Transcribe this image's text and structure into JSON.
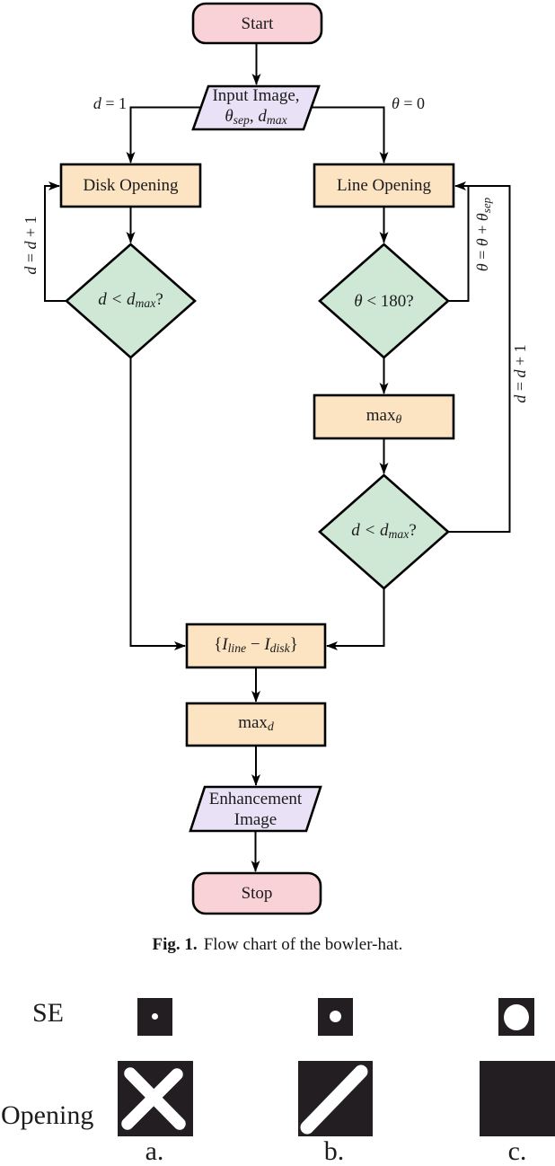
{
  "colors": {
    "terminal_fill": "#f8d2d7",
    "io_fill": "#e9e2f6",
    "process_fill": "#fce3c2",
    "decision_fill": "#cfe8d6",
    "outline": "#000000",
    "block_fill": "#221e21"
  },
  "flowchart": {
    "start": "Start",
    "input": {
      "line1": "Input Image,",
      "theta": "θ",
      "theta_sub": "sep",
      "comma": ", ",
      "d": "d",
      "d_sub": "max"
    },
    "edge_d1": {
      "var": "d",
      "rest": " = 1"
    },
    "edge_theta0": {
      "var": "θ",
      "rest": " = 0"
    },
    "disk_opening": "Disk Opening",
    "line_opening": "Line Opening",
    "decision_d": {
      "expr": "d < d",
      "sub": "max",
      "q": "?"
    },
    "decision_theta": {
      "var": "θ",
      "rest": " < 180?"
    },
    "loop_d": {
      "a": "d",
      "eq": " = ",
      "b": "d",
      "c": " + 1"
    },
    "loop_theta": {
      "a": "θ",
      "eq": " = ",
      "b": "θ",
      "c": " + ",
      "d": "θ",
      "sub": "sep"
    },
    "max_theta": {
      "fn": "max",
      "sub": "θ"
    },
    "subtract": {
      "open": "{",
      "i1": "I",
      "s1": "line",
      "minus": " − ",
      "i2": "I",
      "s2": "disk",
      "close": "}"
    },
    "max_d": {
      "fn": "max",
      "sub": "d"
    },
    "enhancement": {
      "line1": "Enhancement",
      "line2": "Image"
    },
    "stop": "Stop"
  },
  "caption": {
    "label": "Fig. 1.",
    "text": "Flow chart of the bowler-hat."
  },
  "figure2": {
    "row1_label": "SE",
    "row2_label": "Opening",
    "col_labels": [
      "a.",
      "b.",
      "c."
    ]
  }
}
